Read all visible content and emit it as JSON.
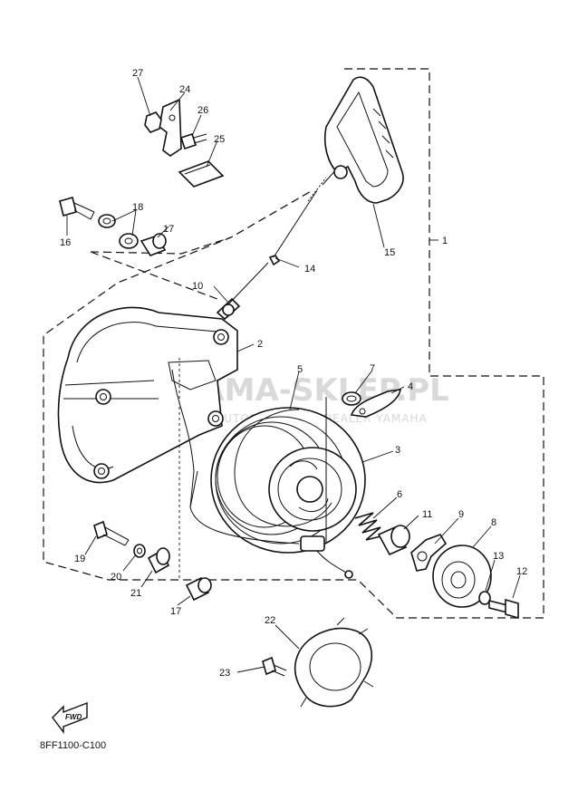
{
  "diagram_code": "8FF1100-C100",
  "fwd_label": "FWD",
  "watermark": {
    "main": "YAMA-SKLEP.PL",
    "sub": "AUTORYZOWANY DEALER YAMAHA"
  },
  "part_labels": {
    "p1": "1",
    "p2": "2",
    "p3": "3",
    "p4": "4",
    "p5": "5",
    "p6": "6",
    "p7": "7",
    "p8": "8",
    "p9": "9",
    "p10": "10",
    "p11": "11",
    "p12": "12",
    "p13": "13",
    "p14": "14",
    "p15": "15",
    "p16": "16",
    "p17a": "17",
    "p17b": "17",
    "p18": "18",
    "p19": "19",
    "p20": "20",
    "p21": "21",
    "p22": "22",
    "p23": "23",
    "p24": "24",
    "p25": "25",
    "p26": "26",
    "p27": "27"
  }
}
